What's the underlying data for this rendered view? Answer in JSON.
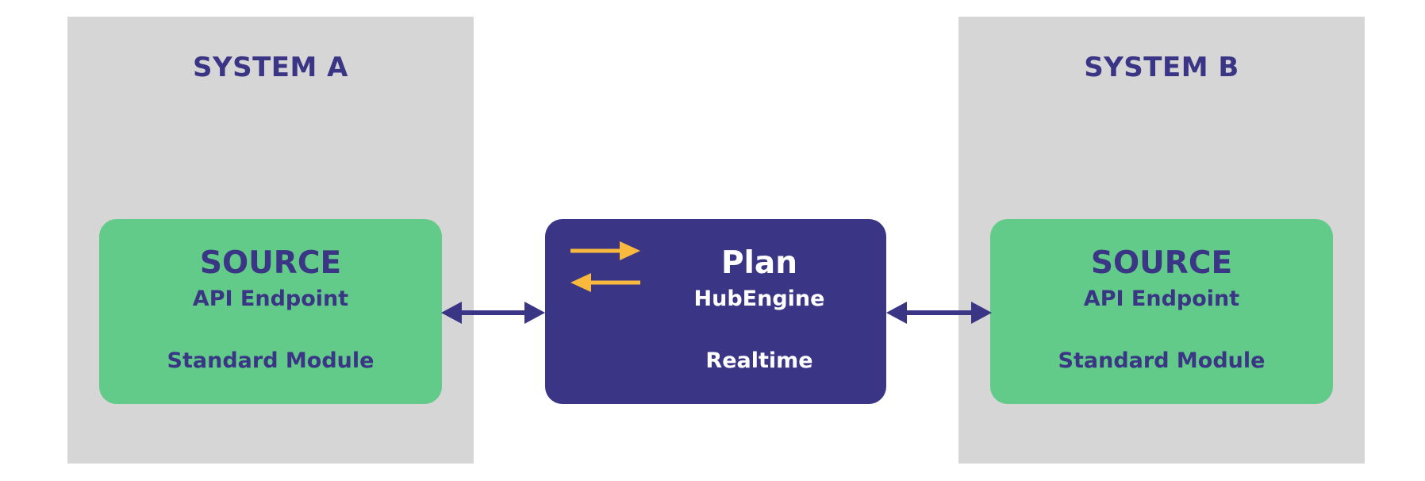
{
  "colors": {
    "background": "#ffffff",
    "panel": "#d6d6d6",
    "navy": "#3a3585",
    "green": "#63cb89",
    "accent": "#f9b93d",
    "white": "#ffffff"
  },
  "systems": [
    {
      "title": "SYSTEM A"
    },
    {
      "title": "SYSTEM B"
    }
  ],
  "source_left": {
    "title": "SOURCE",
    "subtitle": "API Endpoint",
    "footer": "Standard Module"
  },
  "hub": {
    "icon": "sync-arrows-icon",
    "title": "Plan",
    "subtitle": "HubEngine",
    "footer": "Realtime"
  },
  "source_right": {
    "title": "SOURCE",
    "subtitle": "API Endpoint",
    "footer": "Standard Module"
  },
  "connections": [
    {
      "from": "SOURCE",
      "to": "Plan",
      "direction": "bidirectional"
    },
    {
      "from": "Plan",
      "to": "SOURCE",
      "direction": "bidirectional"
    }
  ]
}
